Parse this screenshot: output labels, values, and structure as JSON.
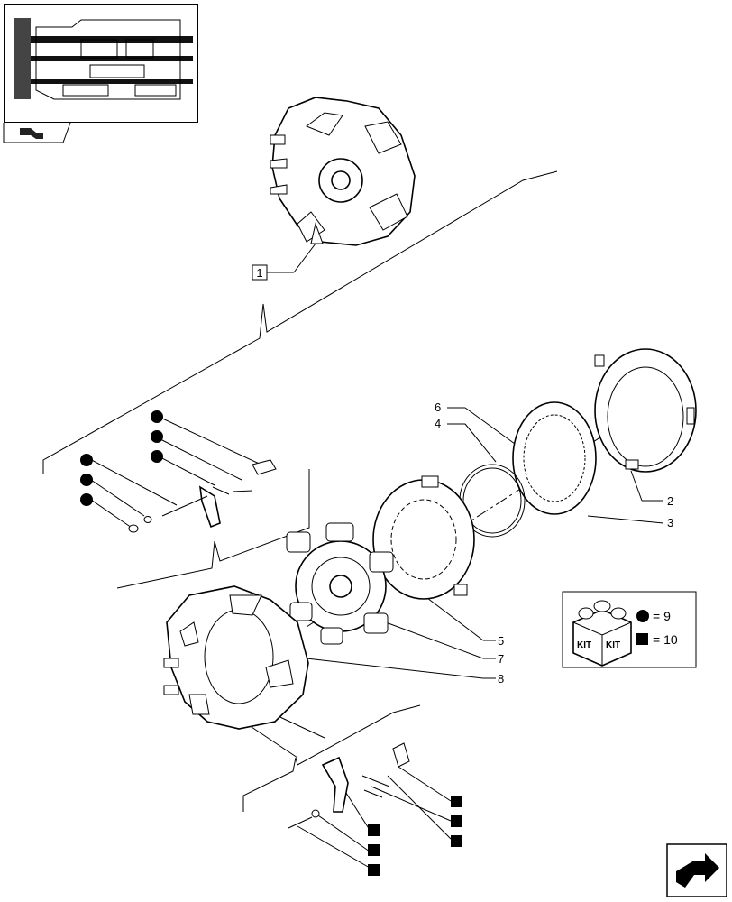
{
  "callouts": {
    "c1": "1",
    "c2": "2",
    "c3": "3",
    "c4": "4",
    "c5": "5",
    "c6": "6",
    "c7": "7",
    "c8": "8"
  },
  "kit_legend": {
    "box_label_1": "KIT",
    "box_label_2": "KIT",
    "circle_value": "= 9",
    "square_value": "= 10"
  },
  "colors": {
    "line": "#000000",
    "background": "#ffffff"
  },
  "icons": {
    "thumbnail": "transmission-overview-thumbnail",
    "back_arrow": "previous-page-arrow-icon",
    "next_arrow": "next-page-arrow-icon"
  }
}
